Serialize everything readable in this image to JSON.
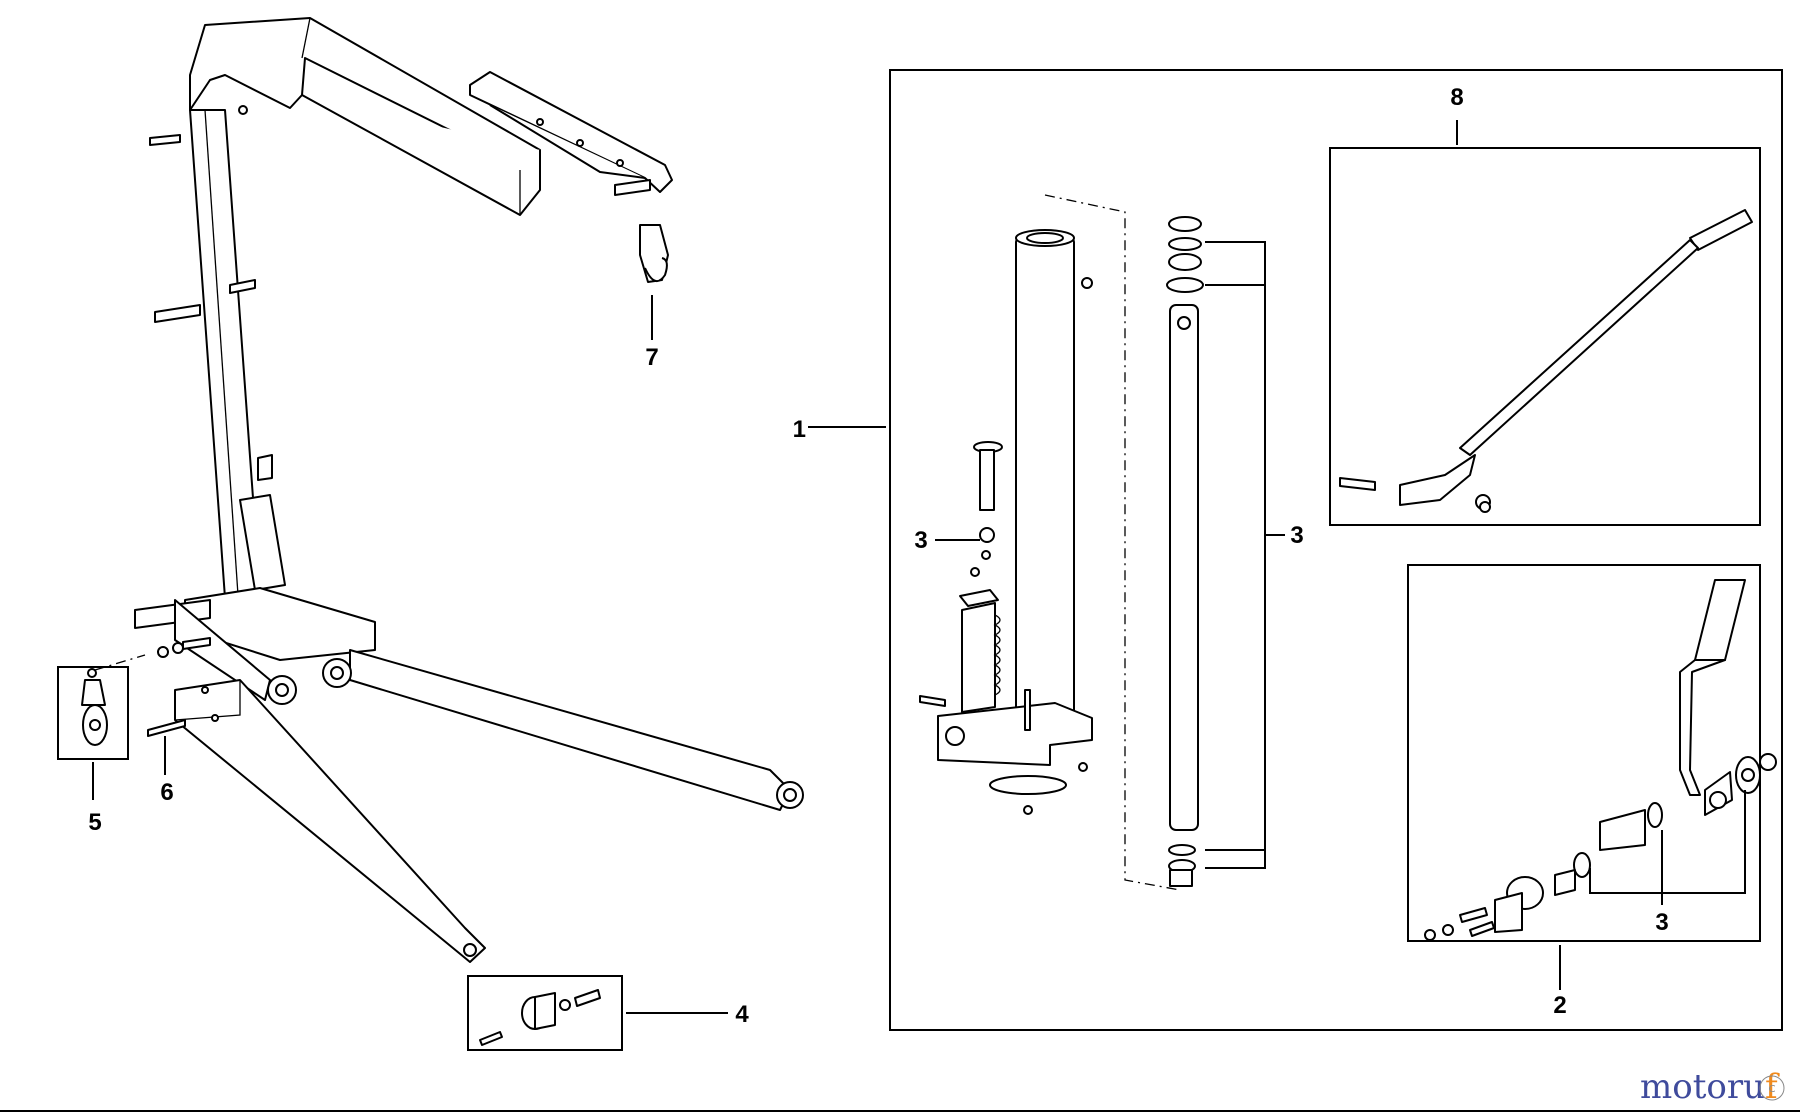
{
  "callouts": {
    "c1": "1",
    "c2": "2",
    "c3a": "3",
    "c3b": "3",
    "c3c": "3",
    "c4": "4",
    "c5": "5",
    "c6": "6",
    "c7": "7",
    "c8": "8"
  },
  "watermark": {
    "part1": "motoru",
    "part2": "f",
    "part3": "C"
  },
  "colors": {
    "watermark_blue": "#3f4b9c",
    "watermark_orange": "#f08a1c"
  }
}
